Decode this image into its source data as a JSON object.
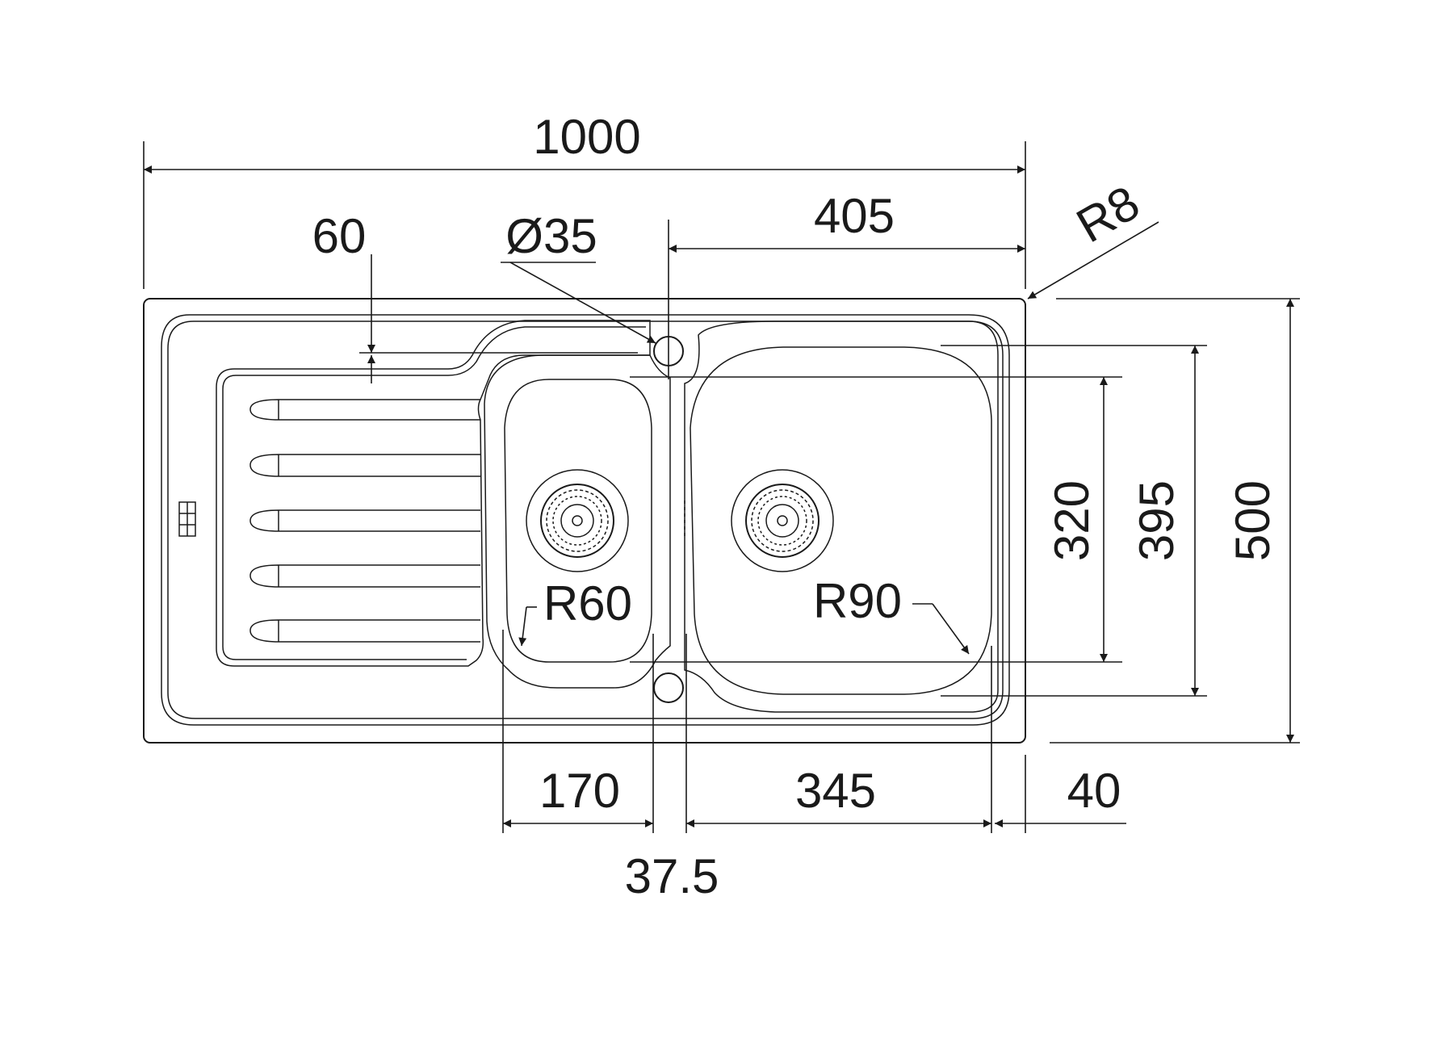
{
  "dimensions": {
    "overall_width": "1000",
    "drainer_lip": "60",
    "tap_hole": "Ø35",
    "bowl_offset": "405",
    "corner_radius": "R8",
    "small_bowl_radius": "R60",
    "large_bowl_radius": "R90",
    "inner_depth": "320",
    "bowl_depth": "395",
    "overall_depth": "500",
    "small_bowl_width": "170",
    "divider_width": "37.5",
    "large_bowl_width": "345",
    "rim_width": "40"
  },
  "colors": {
    "line": "#1a1a1a",
    "background": "#ffffff"
  }
}
